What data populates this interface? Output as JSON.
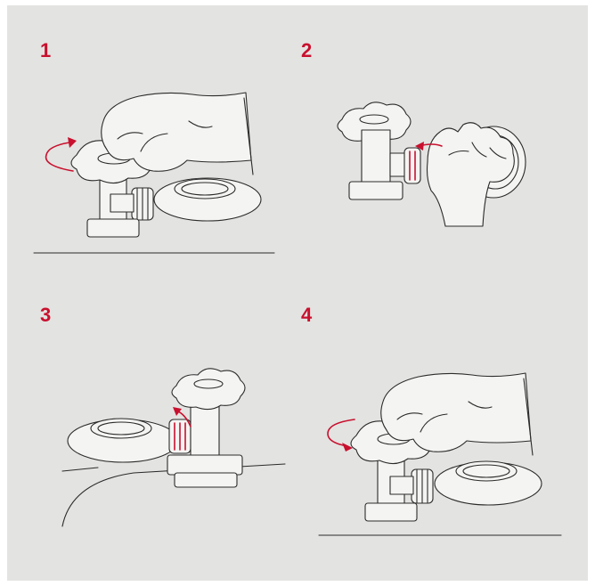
{
  "steps": [
    {
      "number": "1"
    },
    {
      "number": "2"
    },
    {
      "number": "3"
    },
    {
      "number": "4"
    }
  ],
  "colors": {
    "background": "#e3e3e1",
    "accent": "#c8102e",
    "line": "#2b2b2b"
  },
  "icons": [
    "valve-icon",
    "hand-icon",
    "rotation-arrow-icon",
    "regulator-dome-icon"
  ]
}
